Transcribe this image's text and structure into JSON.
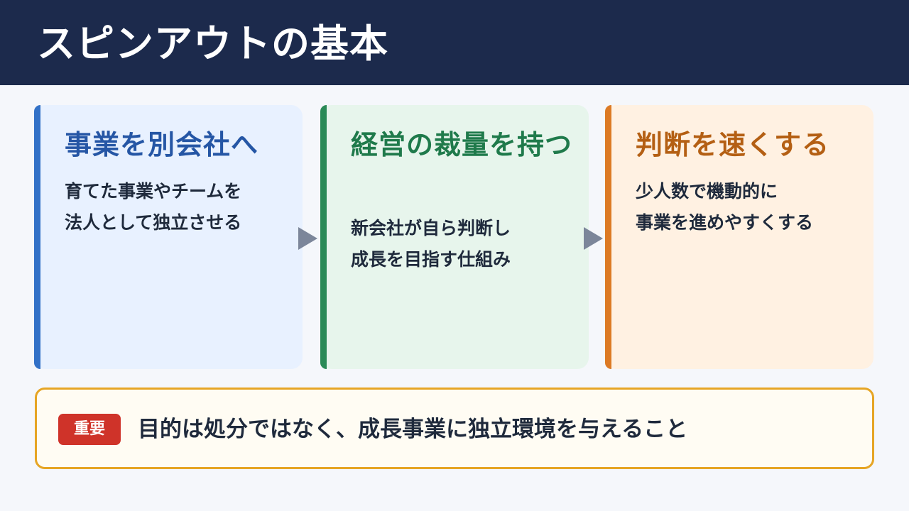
{
  "title": "スピンアウトの基本",
  "cards": [
    {
      "title": "事業を別会社へ",
      "lines": [
        "育てた事業やチームを",
        "法人として独立させる"
      ]
    },
    {
      "title": "経営の裁量を持つ",
      "lines": [
        "新会社が自ら判断し",
        "成長を目指す仕組み"
      ]
    },
    {
      "title": "判断を速くする",
      "lines": [
        "少人数で機動的に",
        "事業を進めやすくする"
      ]
    }
  ],
  "note": {
    "badge": "重要",
    "text": "目的は処分ではなく、成長事業に独立環境を与えること"
  },
  "colors": {
    "header": "#1c2a4c",
    "card1_accent": "#3271c7",
    "card2_accent": "#2a8a57",
    "card3_accent": "#dc7a24",
    "note_border": "#e6a524",
    "badge": "#cf3329"
  },
  "icons": [
    "arrow-right-icon",
    "arrow-right-icon"
  ]
}
